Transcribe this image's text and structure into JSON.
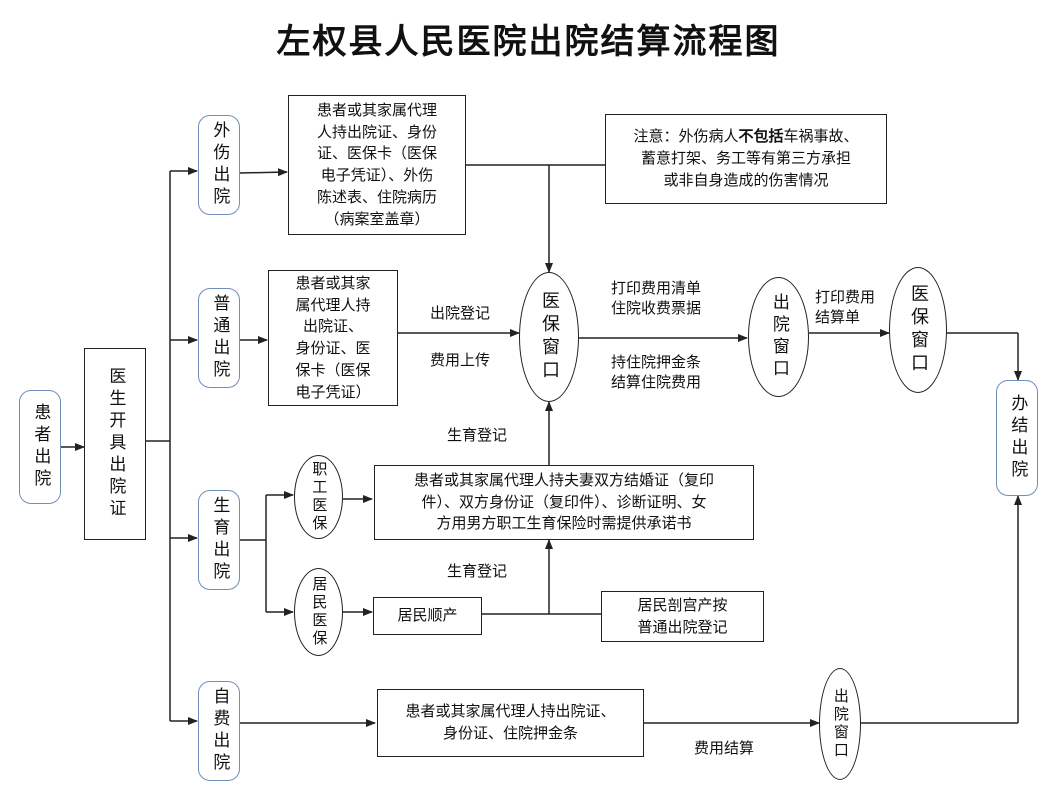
{
  "title": "左权县人民医院出院结算流程图",
  "nodes": {
    "patient_discharge": "患者出院",
    "doctor_certificate": "医生开具出院证",
    "trauma": "外伤出院",
    "normal": "普通出院",
    "maternity": "生育出院",
    "selfpay": "自费出院",
    "staff_insurance": "职工医保",
    "resident_insurance": "居民医保",
    "medical_window_1": "医保窗口",
    "discharge_window_1": "出院窗口",
    "medical_window_2": "医保窗口",
    "discharge_window_2": "出院窗口",
    "finish": "办结出院",
    "resident_natural_birth": "居民顺产",
    "resident_cesarean": "居民剖宫产按\n普通出院登记"
  },
  "documents": {
    "trauma_docs": "患者或其家属代理\n人持出院证、身份\n证、医保卡（医保\n电子凭证）、外伤\n陈述表、住院病历\n（病案室盖章）",
    "normal_docs": "患者或其家\n属代理人持\n出院证、\n身份证、医\n保卡（医保\n电子凭证）",
    "maternity_docs": "患者或其家属代理人持夫妻双方结婚证（复印\n件）、双方身份证（复印件）、诊断证明、女\n方用男方职工生育保险时需提供承诺书",
    "selfpay_docs": "患者或其家属代理人持出院证、\n身份证、住院押金条"
  },
  "note": {
    "prefix": "注意：外伤病人",
    "bold": "不包括",
    "suffix": "车祸事故、\n蓄意打架、务工等有第三方承担\n或非自身造成的伤害情况"
  },
  "labels": {
    "discharge_register": "出院登记",
    "fee_upload": "费用上传",
    "maternity_register_1": "生育登记",
    "maternity_register_2": "生育登记",
    "print_fee_list": "打印费用清单\n住院收费票据",
    "deposit_settle": "持住院押金条\n结算住院费用",
    "print_settlement": "打印费用\n结算单",
    "fee_settlement": "费用结算"
  }
}
